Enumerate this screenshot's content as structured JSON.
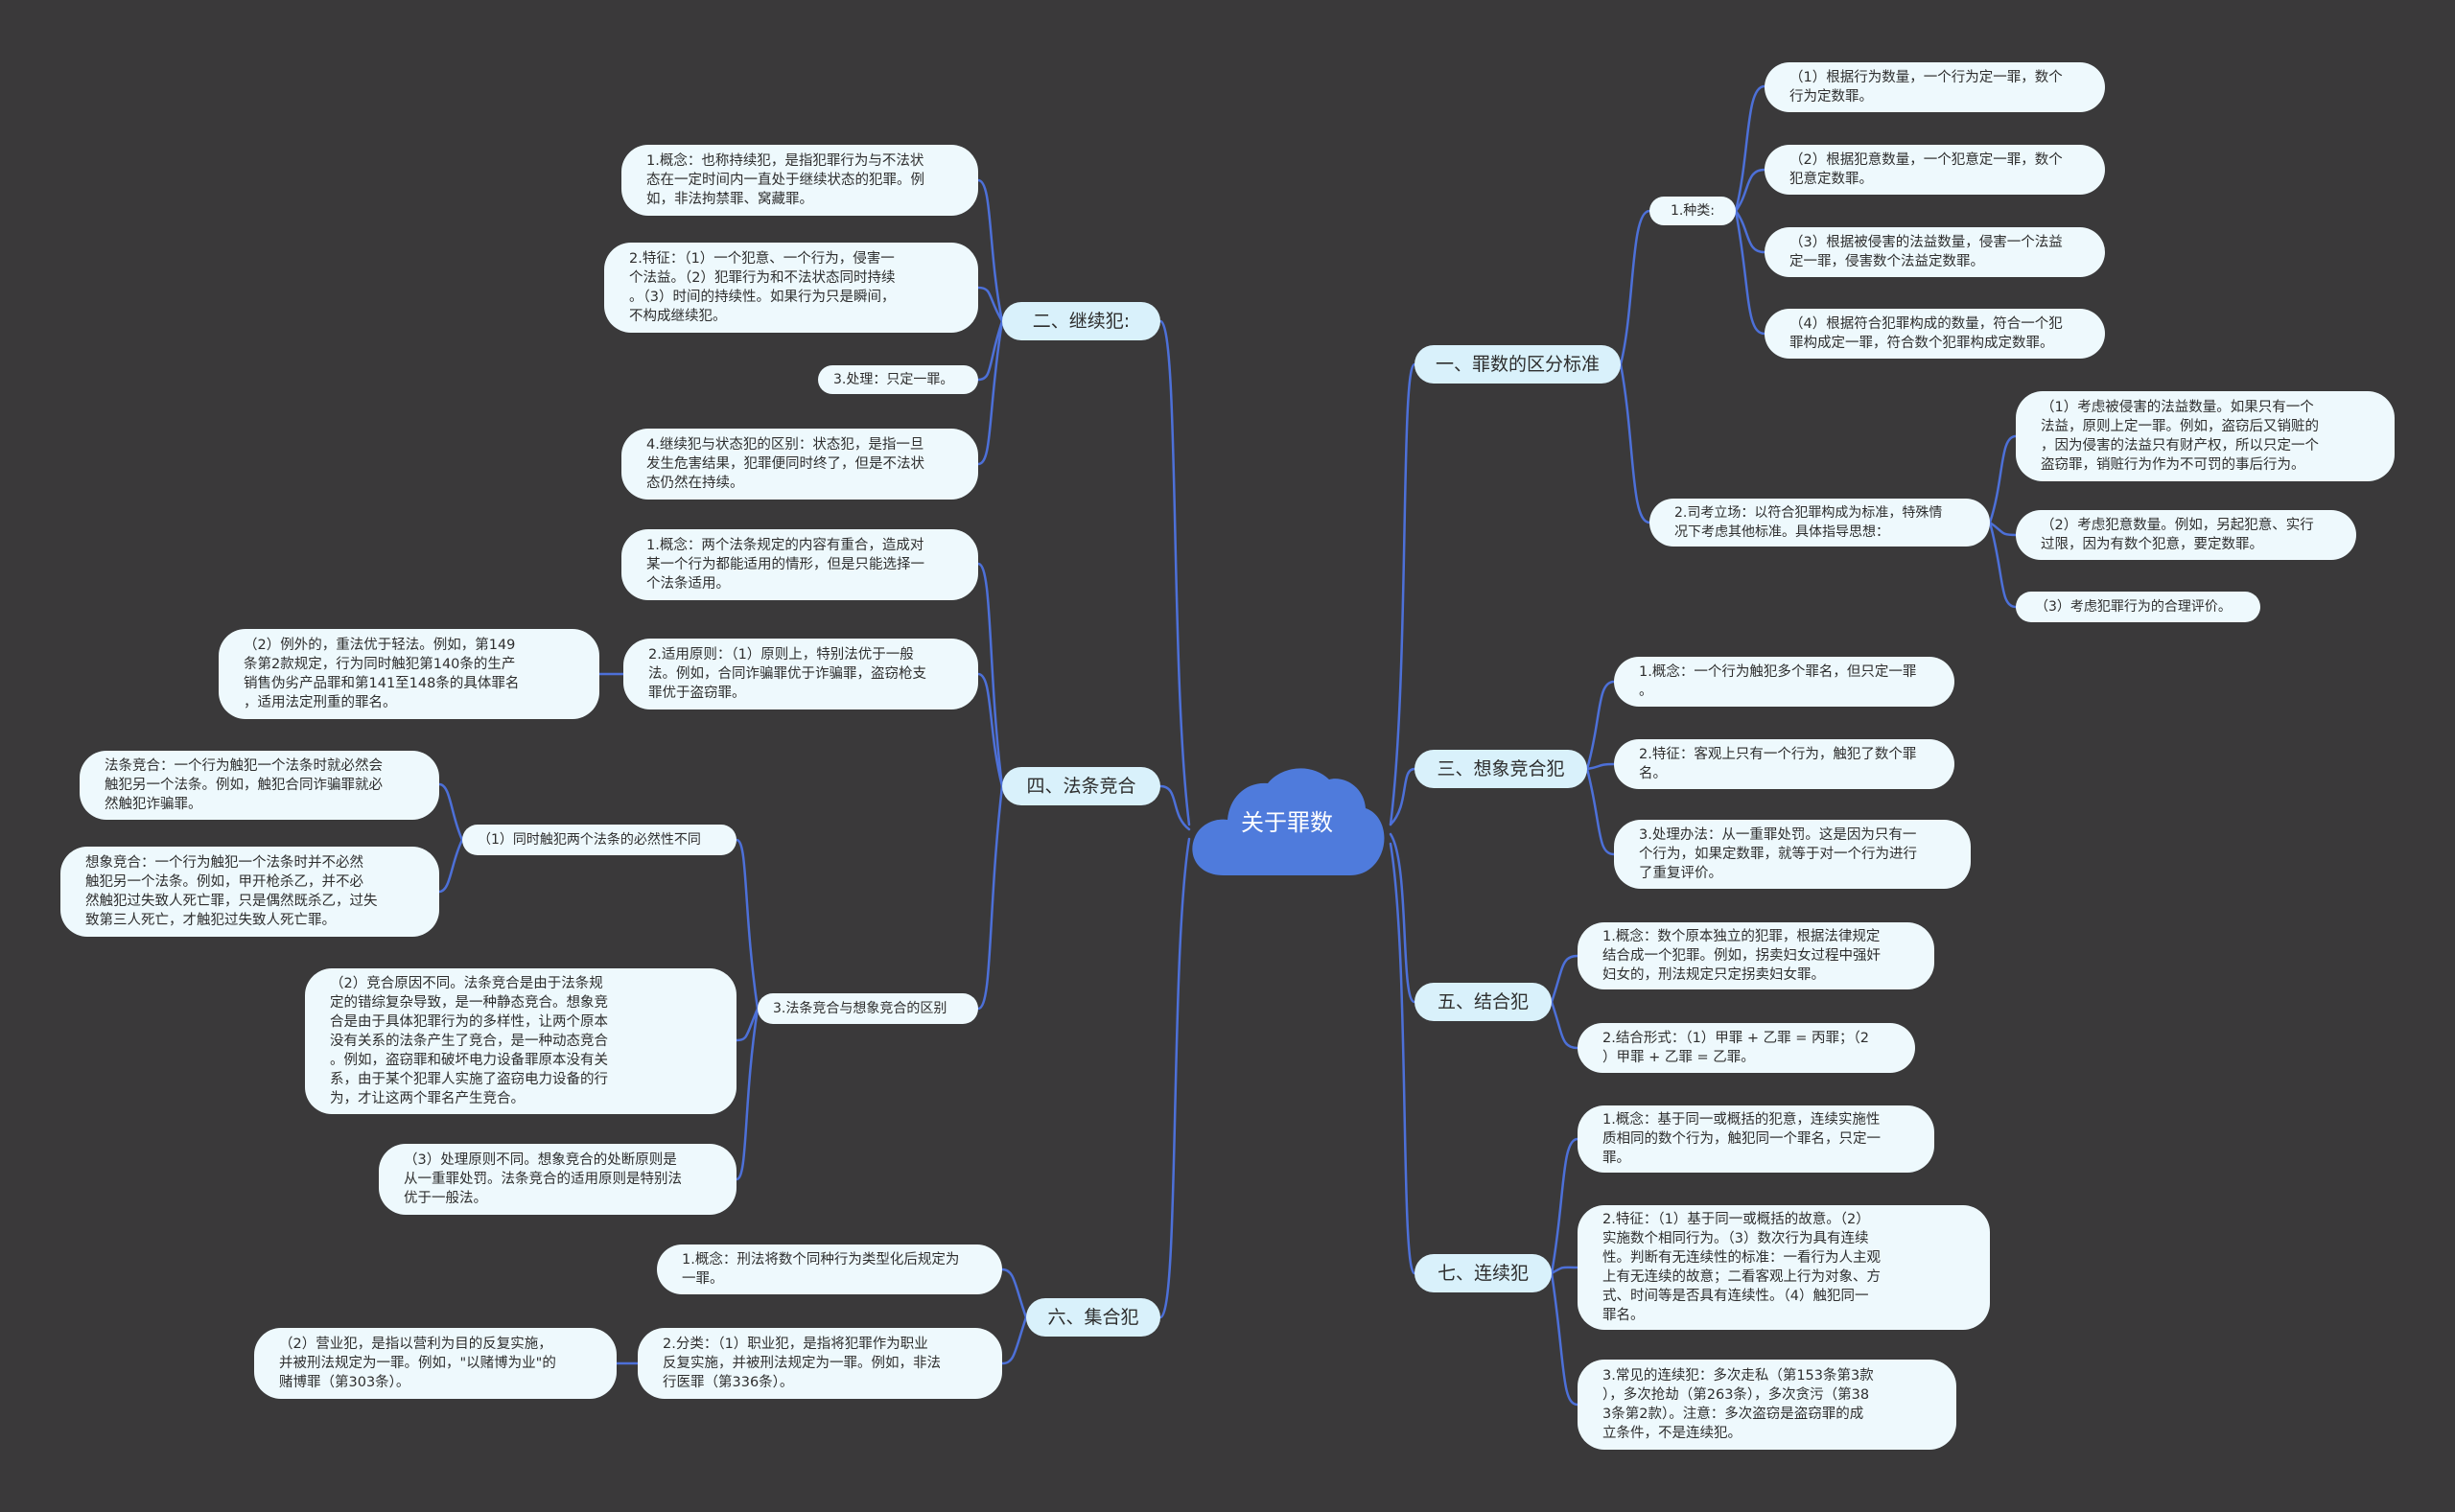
{
  "root": "关于罪数",
  "colors": {
    "background": "#3a393a",
    "cloud": "#4f7bdc",
    "line": "#4d70d8",
    "node": "#eef9fd",
    "branch": "#d9f1fb"
  },
  "branches": {
    "b1": {
      "label": "一、罪数的区分标准",
      "zhonglei": "1.种类:",
      "items": [
        "（1）根据行为数量，一个行为定一罪，数个\n行为定数罪。",
        "（2）根据犯意数量，一个犯意定一罪，数个\n犯意定数罪。",
        "（3）根据被侵害的法益数量，侵害一个法益\n定一罪，侵害数个法益定数罪。",
        "（4）根据符合犯罪构成的数量，符合一个犯\n罪构成定一罪，符合数个犯罪构成定数罪。"
      ],
      "sikao": "2.司考立场：以符合犯罪构成为标准，特殊情\n况下考虑其他标准。具体指导思想：",
      "sikao_items": [
        "（1）考虑被侵害的法益数量。如果只有一个\n法益，原则上定一罪。例如，盗窃后又销赃的\n，因为侵害的法益只有财产权，所以只定一个\n盗窃罪，销赃行为作为不可罚的事后行为。",
        "（2）考虑犯意数量。例如，另起犯意、实行\n过限，因为有数个犯意，要定数罪。",
        "（3）考虑犯罪行为的合理评价。"
      ]
    },
    "b2": {
      "label": "二、继续犯:",
      "items": [
        "1.概念：也称持续犯，是指犯罪行为与不法状\n态在一定时间内一直处于继续状态的犯罪。例\n如，非法拘禁罪、窝藏罪。",
        "2.特征：（1）一个犯意、一个行为，侵害一\n个法益。（2）犯罪行为和不法状态同时持续\n。（3）时间的持续性。如果行为只是瞬间，\n不构成继续犯。",
        "3.处理：只定一罪。",
        "4.继续犯与状态犯的区别：状态犯，是指一旦\n发生危害结果，犯罪便同时终了，但是不法状\n态仍然在持续。"
      ]
    },
    "b3": {
      "label": "三、想象竞合犯",
      "items": [
        "1.概念：一个行为触犯多个罪名，但只定一罪\n。",
        "2.特征：客观上只有一个行为，触犯了数个罪\n名。",
        "3.处理办法：从一重罪处罚。这是因为只有一\n个行为，如果定数罪，就等于对一个行为进行\n了重复评价。"
      ]
    },
    "b4": {
      "label": "四、法条竞合",
      "gainian": "1.概念：两个法条规定的内容有重合，造成对\n某一个行为都能适用的情形，但是只能选择一\n个法条适用。",
      "shiyong": "2.适用原则：（1）原则上，特别法优于一般\n法。例如，合同诈骗罪优于诈骗罪，盗窃枪支\n罪优于盗窃罪。",
      "liwai": "（2）例外的，重法优于轻法。例如，第149\n条第2款规定，行为同时触犯第140条的生产\n销售伪劣产品罪和第141至148条的具体罪名\n，适用法定刑重的罪名。",
      "qubie": "3.法条竞合与想象竞合的区别",
      "tongshi": "（1）同时触犯两个法条的必然性不同",
      "fatiao_jh": "法条竞合：一个行为触犯一个法条时就必然会\n触犯另一个法条。例如，触犯合同诈骗罪就必\n然触犯诈骗罪。",
      "xiangxiang_jh": "想象竞合：一个行为触犯一个法条时并不必然\n触犯另一个法条。例如，甲开枪杀乙，并不必\n然触犯过失致人死亡罪，只是偶然既杀乙，过失\n致第三人死亡，才触犯过失致人死亡罪。",
      "yuanyin": "（2）竞合原因不同。法条竞合是由于法条规\n定的错综复杂导致，是一种静态竞合。想象竞\n合是由于具体犯罪行为的多样性，让两个原本\n没有关系的法条产生了竞合，是一种动态竞合\n。例如，盗窃罪和破坏电力设备罪原本没有关\n系，由于某个犯罪人实施了盗窃电力设备的行\n为，才让这两个罪名产生竞合。",
      "chuli": "（3）处理原则不同。想象竞合的处断原则是\n从一重罪处罚。法条竞合的适用原则是特别法\n优于一般法。"
    },
    "b5": {
      "label": "五、结合犯",
      "items": [
        "1.概念：数个原本独立的犯罪，根据法律规定\n结合成一个犯罪。例如，拐卖妇女过程中强奸\n妇女的，刑法规定只定拐卖妇女罪。",
        "2.结合形式：（1）甲罪 + 乙罪 = 丙罪；（2\n）甲罪 + 乙罪 = 乙罪。"
      ]
    },
    "b6": {
      "label": "六、集合犯",
      "gainian": "1.概念：刑法将数个同种行为类型化后规定为\n一罪。",
      "fenlei": "2.分类：（1）职业犯，是指将犯罪作为职业\n反复实施，并被刑法规定为一罪。例如，非法\n行医罪（第336条）。",
      "yingye": "（2）营业犯，是指以营利为目的反复实施，\n并被刑法规定为一罪。例如，\"以赌博为业\"的\n赌博罪（第303条）。"
    },
    "b7": {
      "label": "七、连续犯",
      "items": [
        "1.概念：基于同一或概括的犯意，连续实施性\n质相同的数个行为，触犯同一个罪名，只定一\n罪。",
        "2.特征：（1）基于同一或概括的故意。（2）\n实施数个相同行为。（3）数次行为具有连续\n性。判断有无连续性的标准：一看行为人主观\n上有无连续的故意；二看客观上行为对象、方\n式、时间等是否具有连续性。（4）触犯同一\n罪名。",
        "3.常见的连续犯：多次走私（第153条第3款\n），多次抢劫（第263条），多次贪污（第38\n3条第2款）。注意：多次盗窃是盗窃罪的成\n立条件，不是连续犯。"
      ]
    }
  }
}
